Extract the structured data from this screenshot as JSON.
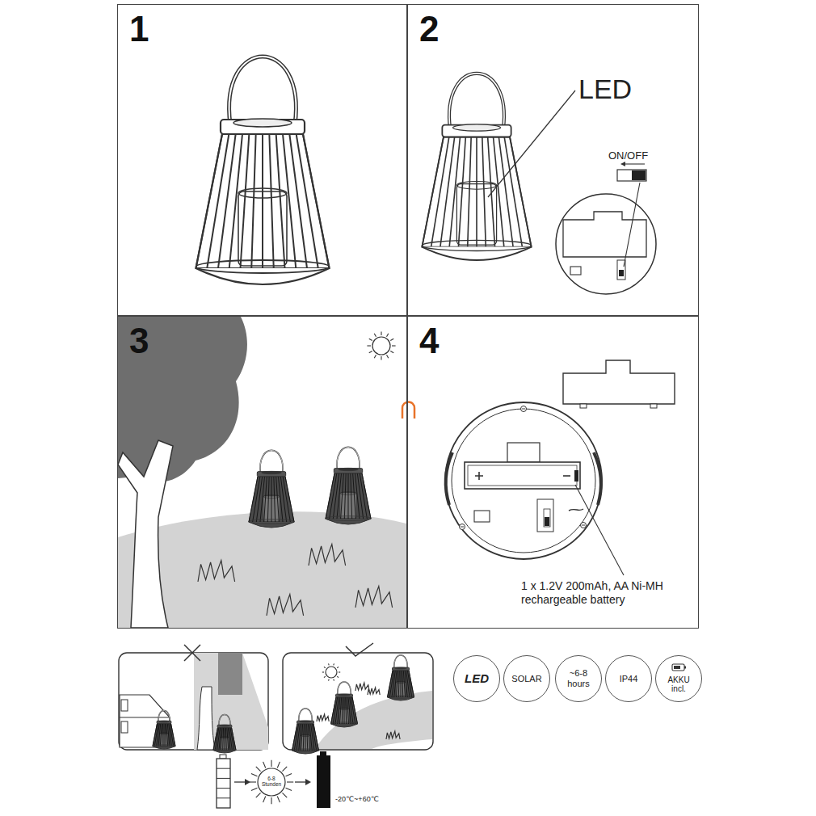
{
  "diagram": {
    "nodes": [
      {
        "text": [
          "1"
        ]
      },
      {
        "text": [
          "2"
        ]
      },
      {
        "text": [
          "3"
        ]
      },
      {
        "text": [
          "4"
        ]
      },
      {
        "text": [
          "LED"
        ]
      },
      {
        "text": [
          "SOLAR"
        ]
      },
      {
        "text": [
          "~6-8 hours"
        ]
      },
      {
        "text": [
          "IP44"
        ]
      },
      {
        "text": [
          "AKKU incl."
        ]
      }
    ],
    "labels": [
      "LED",
      "ON/OFF",
      "1 x 1.2V 200mAh, AA Ni-MH rechargeable battery",
      "6-8 Stunden",
      "-20℃~+60℃"
    ]
  }
}
